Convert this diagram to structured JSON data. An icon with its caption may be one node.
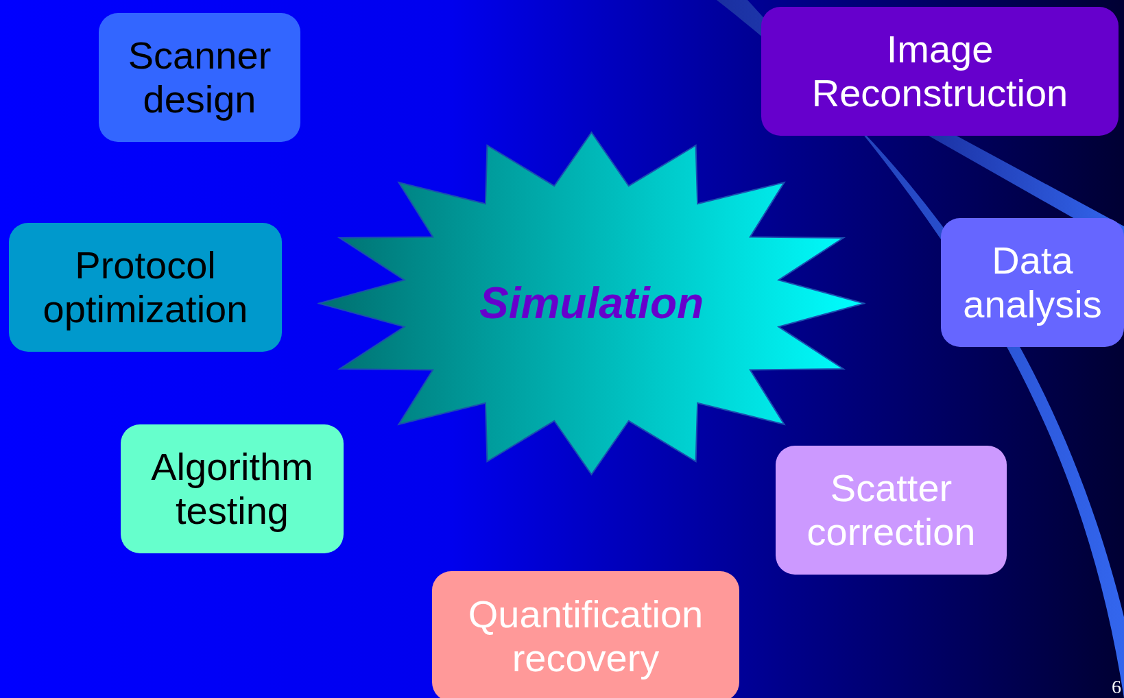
{
  "diagram": {
    "nodes": [
      {
        "text": [
          "Scanner design"
        ]
      },
      {
        "text": [
          "Image Reconstruction"
        ]
      },
      {
        "text": [
          "Protocol optimization"
        ]
      },
      {
        "text": [
          "Simulation"
        ]
      },
      {
        "text": [
          "Data analysis"
        ]
      },
      {
        "text": [
          "Algorithm testing"
        ]
      },
      {
        "text": [
          "Scatter correction"
        ]
      },
      {
        "text": [
          "Quantification recovery"
        ]
      }
    ],
    "edges": [],
    "labels": [
      "6"
    ]
  }
}
